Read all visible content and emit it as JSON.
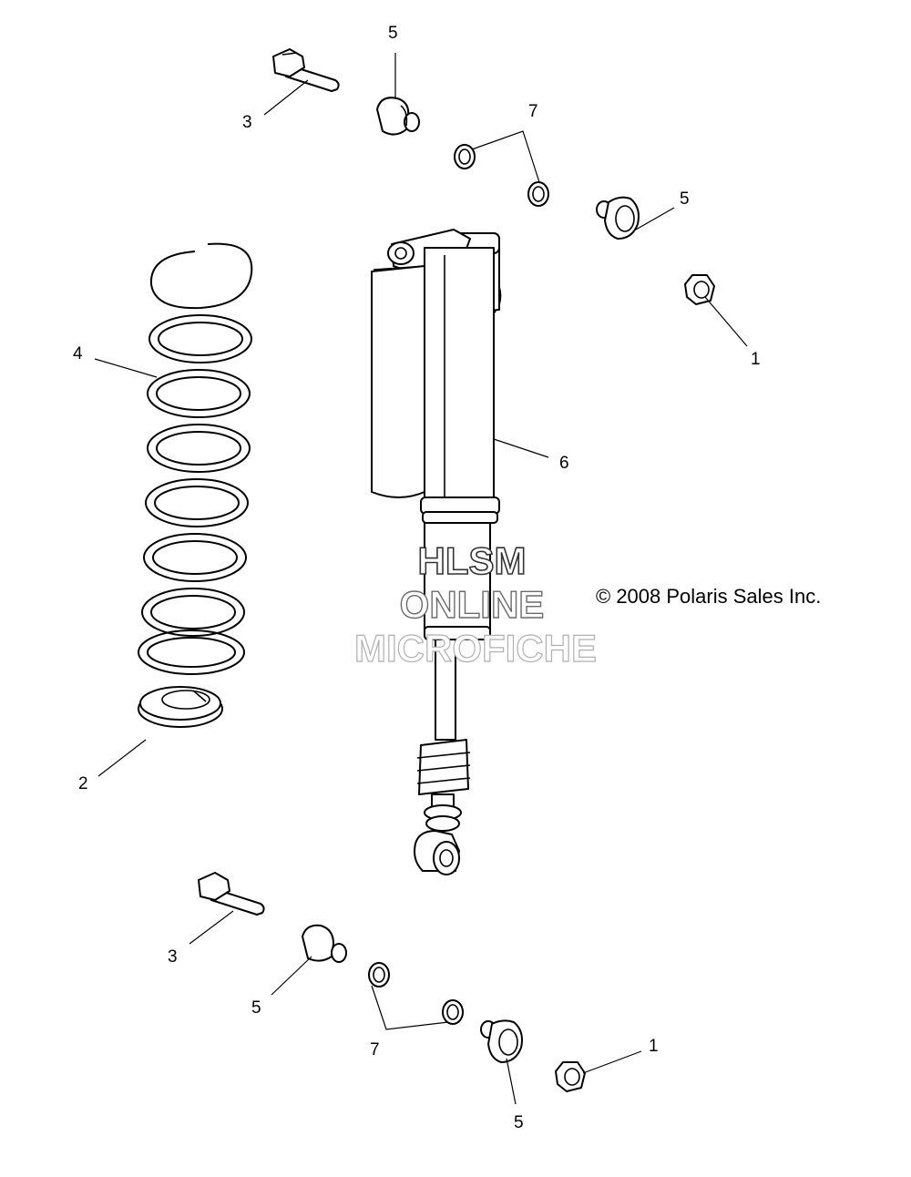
{
  "copyright": "© 2008 Polaris Sales Inc.",
  "watermark": {
    "line1": "HLSM",
    "line2": "ONLINE",
    "line3": "MICROFICHE",
    "color1": "#333333",
    "color2": "#6b6b6b",
    "color3": "#b0b0b0"
  },
  "callouts": {
    "c1_top": "1",
    "c1_bottom": "1",
    "c2": "2",
    "c3_top": "3",
    "c3_bottom": "3",
    "c4": "4",
    "c5_top": "5",
    "c5_top_right": "5",
    "c5_bottom_left": "5",
    "c5_bottom_right": "5",
    "c6": "6",
    "c7_top": "7",
    "c7_bottom": "7"
  }
}
